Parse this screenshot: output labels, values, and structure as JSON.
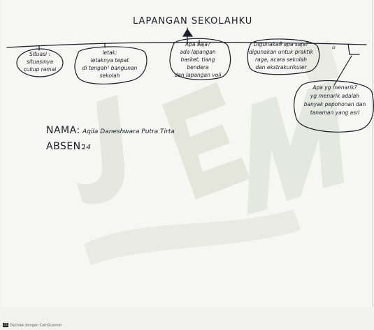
{
  "document": {
    "title": "LAPANGAN SEKOLAHKU",
    "nodes": [
      {
        "id": "situasi",
        "lines": [
          "Situasi :",
          "situasinya",
          "cukup ramai"
        ]
      },
      {
        "id": "letak",
        "lines": [
          "letak:",
          "letaknya tepat",
          "di tengah² bangunan",
          "sekolah"
        ]
      },
      {
        "id": "apa-saja",
        "lines": [
          "Apa saja?",
          "ada lapangan",
          "basket, tiang bendera",
          "dan lapangan voli"
        ]
      },
      {
        "id": "digunakan",
        "lines": [
          "Digunakan apa saja?",
          "digunakan untuk praktik",
          "raga, acara sekolah",
          "dan ekstrakurikuler"
        ]
      },
      {
        "id": "menarik",
        "lines": [
          "Apa yg menarik?",
          "yg menarik adalah",
          "banyak pepohonan dan",
          "tanaman yang asri"
        ]
      }
    ],
    "small_mark": "is",
    "footer": {
      "nama_label": "NAMA:",
      "nama_value": "Aqila Daneshwara Putra Tirta",
      "absen_label": "ABSEN:",
      "absen_value": "14"
    },
    "scanner_label": "Dipindai dengan CamScanner",
    "scanner_logo_text": "CS"
  }
}
